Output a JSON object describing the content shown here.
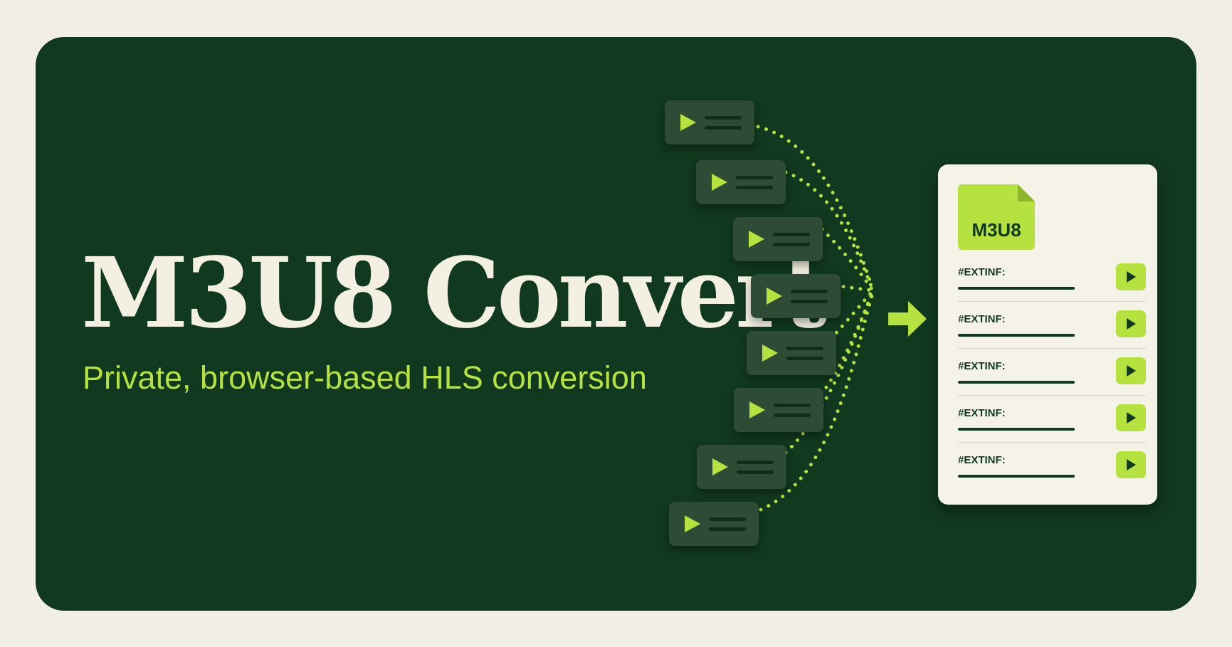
{
  "banner": {
    "title": "M3U8 Convert",
    "subtitle": "Private, browser-based HLS conversion"
  },
  "segments": {
    "count": 8,
    "icon": "play-icon"
  },
  "flow": {
    "icon": "arrow-right-icon"
  },
  "playlist": {
    "file_label": "M3U8",
    "file_icon": "file-icon",
    "entries": [
      {
        "label": "#EXTINF:"
      },
      {
        "label": "#EXTINF:"
      },
      {
        "label": "#EXTINF:"
      },
      {
        "label": "#EXTINF:"
      },
      {
        "label": "#EXTINF:"
      }
    ]
  },
  "colors": {
    "background": "#f1eee4",
    "banner": "#11391f",
    "accent": "#b5e23f",
    "title": "#f3efe2",
    "chip": "#2e4b36",
    "card": "#f5f2e8"
  }
}
